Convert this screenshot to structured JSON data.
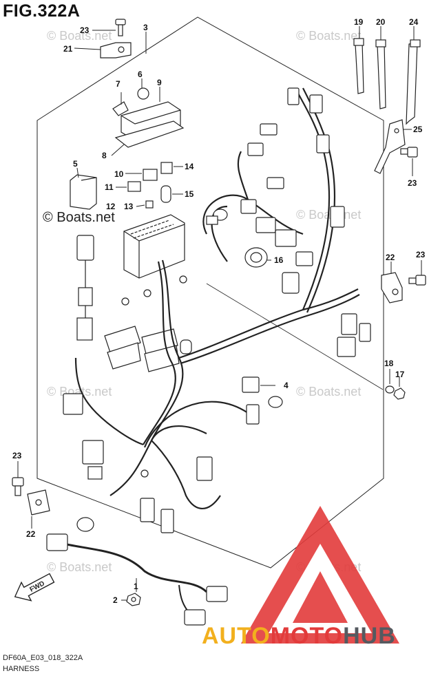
{
  "figure": {
    "title": "FIG.322A",
    "code": "DF60A_E03_018_322A",
    "name": "HARNESS"
  },
  "watermarks": {
    "main": "© Boats.net",
    "faint": "© Boats.net"
  },
  "arrow_label": "FWD",
  "brand": {
    "part1": "AUTO",
    "part2": "MOTO",
    "part3": "HUB",
    "colors": {
      "part1": "#f2b01e",
      "part2": "#e23b3b",
      "part3": "#555a60",
      "triangle": "#e23b3b"
    }
  },
  "callouts": {
    "n1": "1",
    "n2": "2",
    "n3": "3",
    "n4": "4",
    "n5": "5",
    "n6": "6",
    "n7": "7",
    "n8": "8",
    "n9": "9",
    "n10": "10",
    "n11": "11",
    "n12": "12",
    "n13": "13",
    "n14": "14",
    "n15": "15",
    "n16": "16",
    "n17": "17",
    "n18": "18",
    "n19": "19",
    "n20": "20",
    "n21": "21",
    "n22": "22",
    "n23": "23",
    "n24": "24",
    "n25": "25"
  }
}
